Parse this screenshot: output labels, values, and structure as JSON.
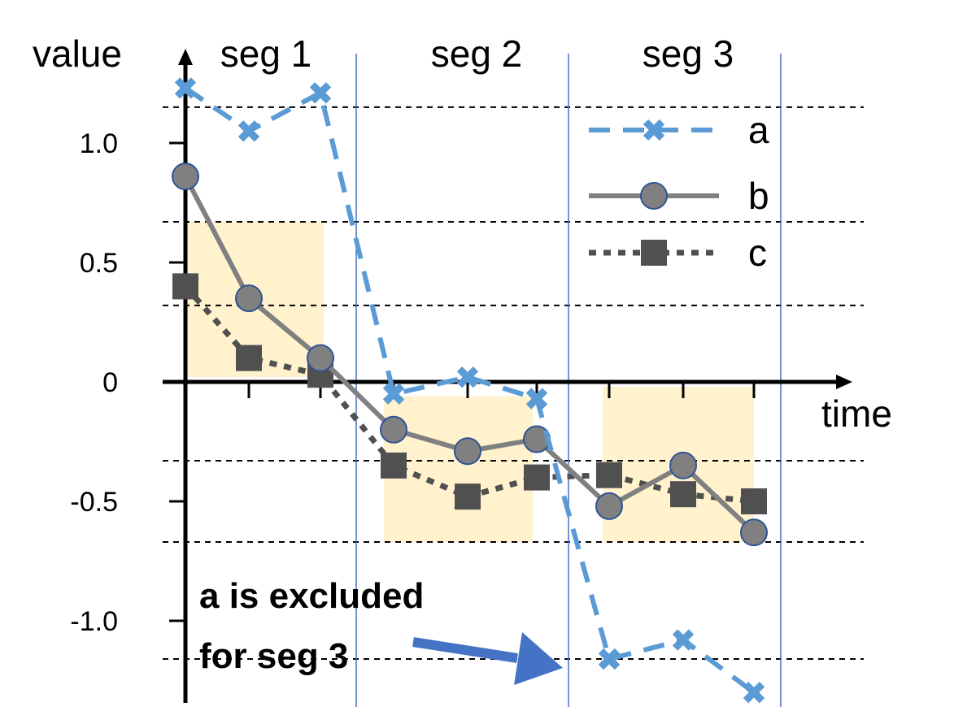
{
  "chart_data": {
    "type": "line",
    "ylabel": "value",
    "xlabel": "time",
    "segments": [
      "seg 1",
      "seg 2",
      "seg 3"
    ],
    "yticks": [
      {
        "value": 1.0,
        "label": "1.0"
      },
      {
        "value": 0.5,
        "label": "0.5"
      },
      {
        "value": 0,
        "label": "0"
      },
      {
        "value": -0.5,
        "label": "-0.5"
      },
      {
        "value": -1.0,
        "label": "-1.0"
      }
    ],
    "ylim": [
      -1.35,
      1.35
    ],
    "x_points": 9,
    "threshold_lines": [
      1.15,
      0.67,
      0.32,
      -0.33,
      -0.67,
      -1.16
    ],
    "series": [
      {
        "name": "a",
        "style": "dashed",
        "marker": "x",
        "color": "#5B9BD5",
        "values": [
          1.23,
          1.05,
          1.21,
          -0.05,
          0.02,
          -0.07,
          -1.16,
          -1.08,
          -1.3
        ]
      },
      {
        "name": "b",
        "style": "solid",
        "marker": "circle",
        "color": "#808080",
        "values": [
          0.86,
          0.35,
          0.1,
          -0.2,
          -0.29,
          -0.24,
          -0.52,
          -0.35,
          -0.63
        ]
      },
      {
        "name": "c",
        "style": "dotted",
        "marker": "square",
        "color": "#505050",
        "values": [
          0.4,
          0.1,
          0.03,
          -0.35,
          -0.48,
          -0.4,
          -0.39,
          -0.47,
          -0.5
        ]
      }
    ],
    "highlights": [
      {
        "segment": "seg 1",
        "from": 0.02,
        "to": 0.67
      },
      {
        "segment": "seg 2",
        "from": -0.67,
        "to": -0.06
      },
      {
        "segment": "seg 3",
        "from": -0.67,
        "to": -0.02
      }
    ],
    "annotation": {
      "lines": [
        "a is excluded",
        "for seg 3"
      ]
    },
    "colors": {
      "highlight": "#FFF2CC",
      "separator": "#4472C4",
      "arrow": "#4472C4"
    }
  }
}
